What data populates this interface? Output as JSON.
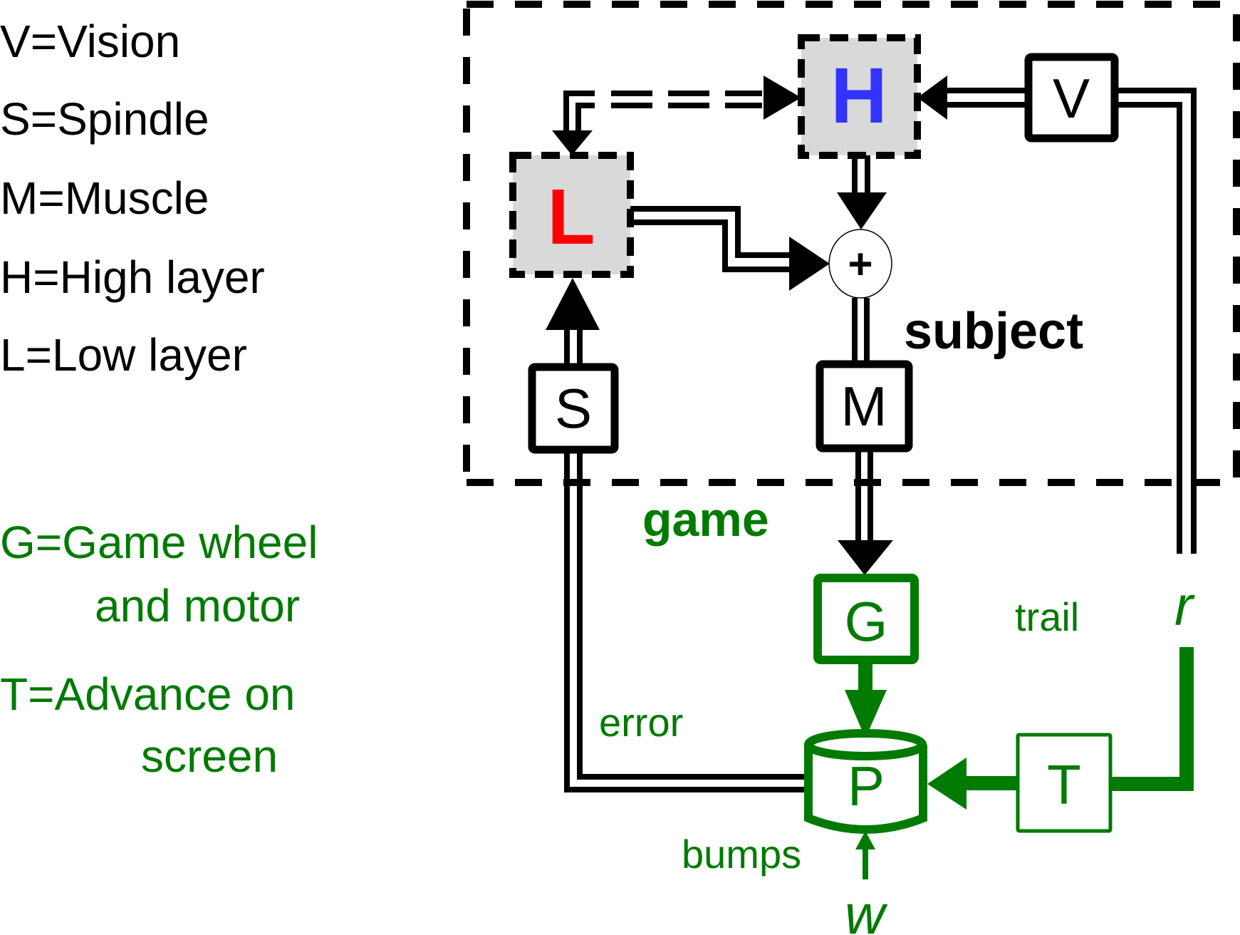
{
  "colors": {
    "black": "#000000",
    "green": "#007a00",
    "red": "#ff0000",
    "blue": "#3333ff",
    "box_fill_gray": "#d9d9d9"
  },
  "legend": {
    "black_items": [
      "V=Vision",
      "S=Spindle",
      "M=Muscle",
      "H=High layer",
      "L=Low layer"
    ],
    "green_items": [
      {
        "line1": "G=Game wheel",
        "line2": "and motor"
      },
      {
        "line1": "T=Advance on",
        "line2": "screen"
      }
    ]
  },
  "regions": {
    "subject_label": "subject",
    "game_label": "game"
  },
  "blocks": {
    "H": "H",
    "V": "V",
    "L": "L",
    "S": "S",
    "M": "M",
    "G": "G",
    "P": "P",
    "T": "T",
    "sum": "+"
  },
  "signals": {
    "trail": "trail",
    "r": "r",
    "error": "error",
    "bumps": "bumps",
    "w": "w"
  }
}
